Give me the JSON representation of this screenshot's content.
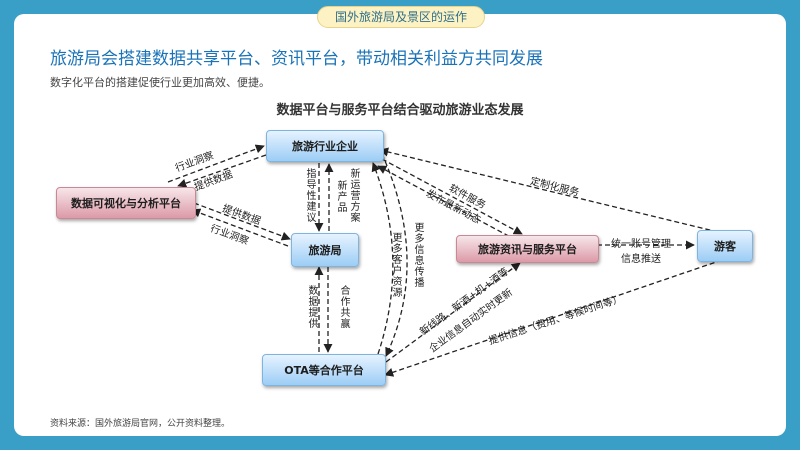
{
  "header": {
    "tag": "国外旅游局及景区的运作"
  },
  "headline": "旅游局会搭建数据共享平台、资讯平台，带动相关利益方共同发展",
  "subline": "数字化平台的搭建促使行业更加高效、便捷。",
  "diagram": {
    "title": "数据平台与服务平台结合驱动旅游业态发展",
    "nodes": {
      "enterprise": "旅游行业企业",
      "data_platform": "数据可视化与分析平台",
      "bureau": "旅游局",
      "info_platform": "旅游资讯与服务平台",
      "tourist": "游客",
      "ota": "OTA等合作平台"
    },
    "edges": {
      "industry_insight_top": "行业洞察",
      "provide_data_top": "提供数据",
      "provide_data_mid": "提供数据",
      "industry_insight_mid": "行业洞察",
      "guidance": "指导性建议",
      "new_ops": "新运营方案",
      "new_products": "新产品",
      "data_supply": "数据提供",
      "win_win": "合作共赢",
      "more_customers": "更多客户资源",
      "more_info": "更多信息传播",
      "software": "软件服务",
      "publish_news": "发布最新动态",
      "custom_service": "定制化服务",
      "unified_account": "统一账号管理",
      "info_push": "信息推送",
      "new_routes": "新线路、新酒+机+酒等",
      "auto_update": "企业信息自动实时更新",
      "provide_info": "提供信息（费用、等候时间等）"
    }
  },
  "source": "资料来源：国外旅游局官网，公开资料整理。",
  "colors": {
    "background": "#3a9fc6",
    "headline": "#1a73b8",
    "node_blue": "#9ccdf5",
    "node_pink": "#dc9aa7",
    "tag_bg": "#fdf2c3"
  }
}
